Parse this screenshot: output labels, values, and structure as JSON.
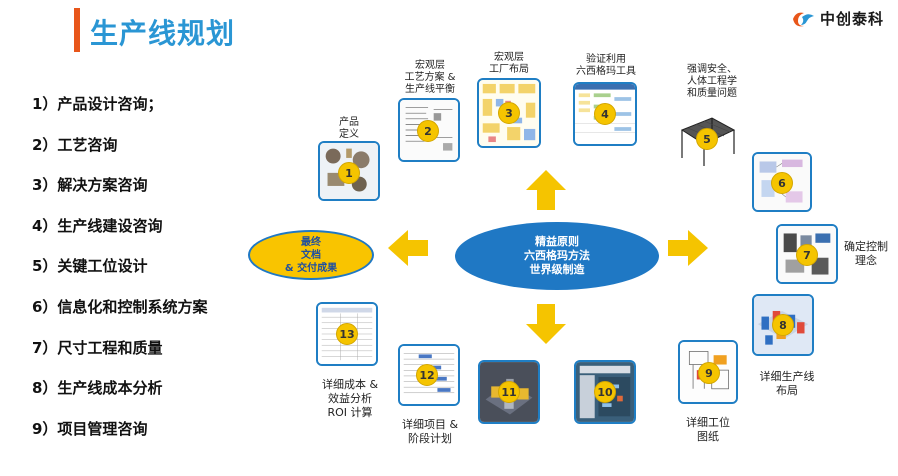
{
  "header": {
    "title": "生产线规划"
  },
  "logo": {
    "text": "中创泰科"
  },
  "services": [
    "1）产品设计咨询；",
    "2）工艺咨询",
    "3）解决方案咨询",
    "4）生产线建设咨询",
    "5）关键工位设计",
    "6）信息化和控制系统方案",
    "7）尺寸工程和质量",
    "8）生产线成本分析",
    "9）项目管理咨询"
  ],
  "center": {
    "line1": "精益原则",
    "line2": "六西格玛方法",
    "line3": "世界级制造"
  },
  "result": {
    "line1": "最终",
    "line2": "文档",
    "line3": "& 交付成果"
  },
  "steps": [
    {
      "num": "1",
      "caption": "产品\n定义"
    },
    {
      "num": "2",
      "caption": "宏观层\n工艺方案 &\n生产线平衡"
    },
    {
      "num": "3",
      "caption": "宏观层\n工厂布局"
    },
    {
      "num": "4",
      "caption": "验证利用\n六西格玛工具"
    },
    {
      "num": "5",
      "caption": "强调安全、\n人体工程学\n和质量问题"
    },
    {
      "num": "6",
      "caption": ""
    },
    {
      "num": "7",
      "caption": "确定控制\n理念"
    },
    {
      "num": "8",
      "caption": "详细生产线\n布局"
    },
    {
      "num": "9",
      "caption": "详细工位\n图纸"
    },
    {
      "num": "10",
      "caption": ""
    },
    {
      "num": "11",
      "caption": ""
    },
    {
      "num": "12",
      "caption": "详细项目 &\n阶段计划"
    },
    {
      "num": "13",
      "caption": "详细成本 &\n效益分析\nROI 计算"
    }
  ],
  "colors": {
    "title": "#2a96d4",
    "accent_bar": "#e8561a",
    "ellipse_blue": "#1f78c4",
    "arrow_yellow": "#f5c400"
  }
}
